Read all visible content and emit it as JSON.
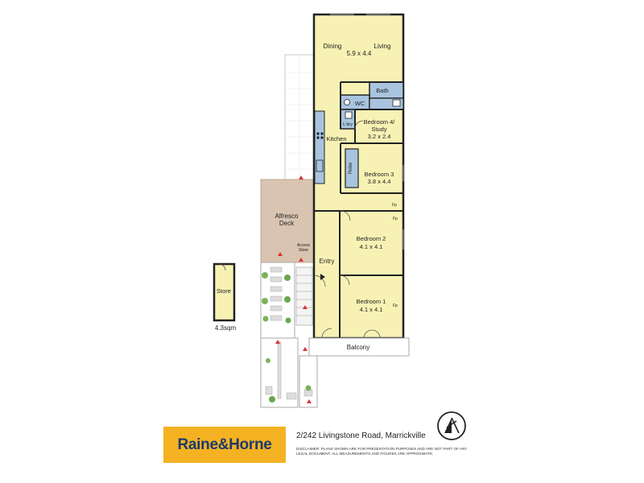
{
  "rooms": {
    "dining": "Dining",
    "living": "Living",
    "dining_living_size": "5.9 x 4.4",
    "bath": "Bath",
    "wc": "WC",
    "ldry": "L'dry",
    "bedroom4_line1": "Bedroom 4/",
    "bedroom4_line2": "Study",
    "bedroom4_size": "3.2 x 2.4",
    "kitchen": "Kitchen",
    "robe": "Robe",
    "bedroom3": "Bedroom 3",
    "bedroom3_size": "3.8 x 4.4",
    "alfresco_line1": "Alfresco",
    "alfresco_line2": "Deck",
    "access_line1": "Access",
    "access_line2": "Store",
    "entry": "Entry",
    "bedroom2": "Bedroom 2",
    "bedroom2_size": "4.1 x 4.1",
    "bedroom1": "Bedroom 1",
    "bedroom1_size": "4.1 x 4.1",
    "balcony": "Balcony",
    "store": "Store",
    "store_area": "4.3sqm",
    "fp": "Fp"
  },
  "brand": {
    "name": "Raine&Horne",
    "color": "#f4b223",
    "text_color": "#1d3a6b"
  },
  "address": "2/242 Livingstone Road, Marrickville",
  "disclaimer": "DISCLAIMER:  PLANS SHOWN ARE FOR PRESENTATION PURPOSES AND ARE NOT PART OF ANY LEGAL DOCUMENT. ALL MEASUREMENTS AND FIGURES ARE APPROXIMATE.",
  "colors": {
    "interior": "#f7f2b4",
    "wet_area": "#a9c4df",
    "deck": "#d8c4b1",
    "wall": "#222222",
    "arrow": "#d83333"
  },
  "icons": [
    "north-arrow-icon",
    "entry-arrow-icon",
    "direction-arrow-icon",
    "plant-icon",
    "stair-icon"
  ]
}
